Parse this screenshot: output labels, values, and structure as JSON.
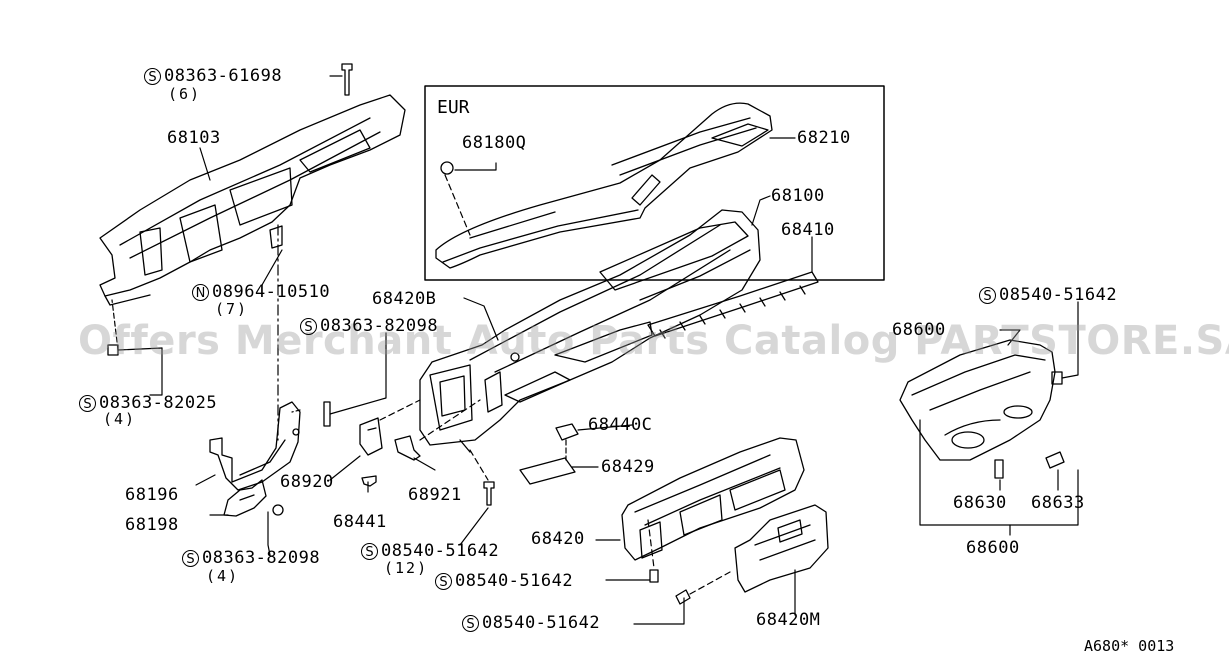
{
  "diagram": {
    "box_label": "EUR",
    "drawing_code": "A680* 0013",
    "watermark": "Offers Merchant Auto Parts Catalog PARTSTORE.SA",
    "symbols": {
      "s": "S",
      "n": "N"
    },
    "parts": {
      "p_83636_1698": "08363-61698",
      "q6": "(6)",
      "p68103": "68103",
      "p68180q": "68180Q",
      "p68210": "68210",
      "p68100": "68100",
      "p68410": "68410",
      "p08964": "08964-10510",
      "q7": "(7)",
      "p68420b": "68420B",
      "p08363_82098a": "08363-82098",
      "p08540_a": "08540-51642",
      "p68600t": "68600",
      "p08363_82025": "08363-82025",
      "q4a": "(4)",
      "p68440c": "68440C",
      "p68429": "68429",
      "p68196": "68196",
      "p68920": "68920",
      "p68921": "68921",
      "p68198": "68198",
      "p68441": "68441",
      "p08363_82098b": "08363-82098",
      "q4b": "(4)",
      "p08540_b": "08540-51642",
      "q12": "(12)",
      "p68420": "68420",
      "p08540_c": "08540-51642",
      "p08540_d": "08540-51642",
      "p68420m": "68420M",
      "p68630": "68630",
      "p68633": "68633",
      "p68600": "68600"
    }
  },
  "colors": {
    "ink": "#000000",
    "watermark": "#969696"
  }
}
